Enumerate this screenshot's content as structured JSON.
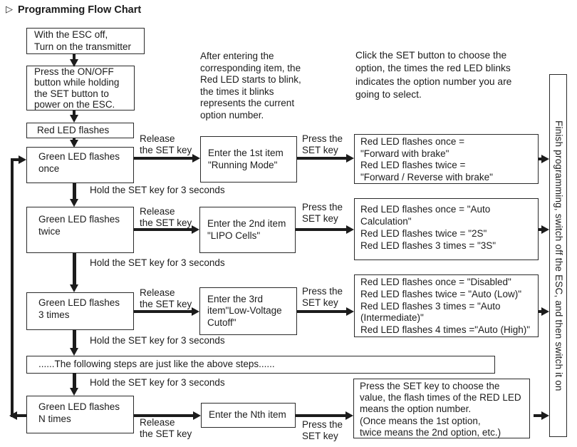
{
  "colors": {
    "ink": "#1c1c1c",
    "background": "#ffffff"
  },
  "title_icon": "▷",
  "title": "Programming Flow Chart",
  "nodes": {
    "esc_off": "With the ESC off,\nTurn on the transmitter",
    "press_onoff": "Press the ON/OFF\nbutton while holding\nthe SET button to\npower on the ESC.",
    "red_led": "Red LED flashes",
    "green_once": "Green LED flashes\nonce",
    "green_twice": "Green LED flashes\ntwice",
    "green_3": "Green LED flashes\n3 times",
    "following": "......The following steps are just like the above steps......",
    "green_n": "Green LED flashes\nN times",
    "item1": "Enter the 1st item\n\"Running Mode\"",
    "item2": "Enter the 2nd item\n\"LIPO Cells\"",
    "item3": "Enter the 3rd\nitem\"Low-Voltage\nCutoff\"",
    "itemN": "Enter the Nth item",
    "opt1": "Red LED flashes once =\n\"Forward with brake\"\nRed LED flashes twice =\n\"Forward / Reverse with brake\"",
    "opt2": "Red LED flashes once = \"Auto\nCalculation\"\nRed LED flashes twice = \"2S\"\nRed LED flashes 3 times = \"3S\"",
    "opt3": "Red LED flashes once = \"Disabled\"\nRed LED flashes twice = \"Auto (Low)\"\nRed LED flashes 3 times = \"Auto\n(Intermediate)\"\nRed LED flashes 4 times =\"Auto (High)\"",
    "optN": "Press the SET key to choose the\nvalue, the flash times of the RED LED\nmeans the option number.\n(Once means the 1st option,\ntwice means the 2nd option, etc.)",
    "finish": "Finish programming, switch off the ESC, and then switch it on"
  },
  "annotations": {
    "after_entering": "After entering the\ncorresponding item, the\nRed LED starts to blink,\nthe times it blinks\nrepresents the current\noption number.",
    "click_set": "Click the SET button to choose the\noption, the times the red LED blinks\nindicates the option number you are\ngoing to select."
  },
  "edge_labels": {
    "release": "Release\nthe SET key",
    "press": "Press the\nSET key",
    "hold": "Hold the SET key for 3 seconds"
  }
}
